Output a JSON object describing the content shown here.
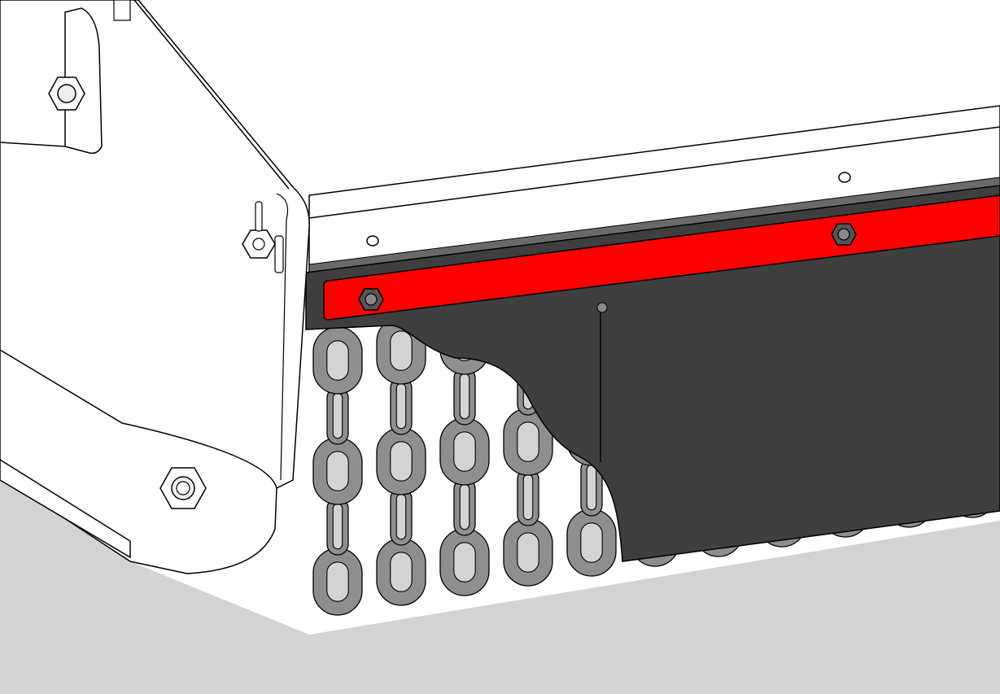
{
  "colors": {
    "background": "#ffffff",
    "ground": "#d3d3d3",
    "housing": "#ffffff",
    "outline": "#000000",
    "flap": "#3f3f3f",
    "clamp_bar": "#ff0000",
    "chain": "#8e8e8e",
    "chain_hole": "#d3d3d3",
    "bolt": "#808080",
    "nut": "#e8e8e8"
  },
  "parts": [
    {
      "id": "side-housing",
      "name": "side-plate-housing"
    },
    {
      "id": "top-rail",
      "name": "top-rail"
    },
    {
      "id": "rubber-flap",
      "name": "rubber-flap"
    },
    {
      "id": "clamp-bar",
      "name": "red-clamp-bar"
    },
    {
      "id": "chain-curtain",
      "name": "chain-curtain"
    }
  ],
  "chain_columns": 11
}
